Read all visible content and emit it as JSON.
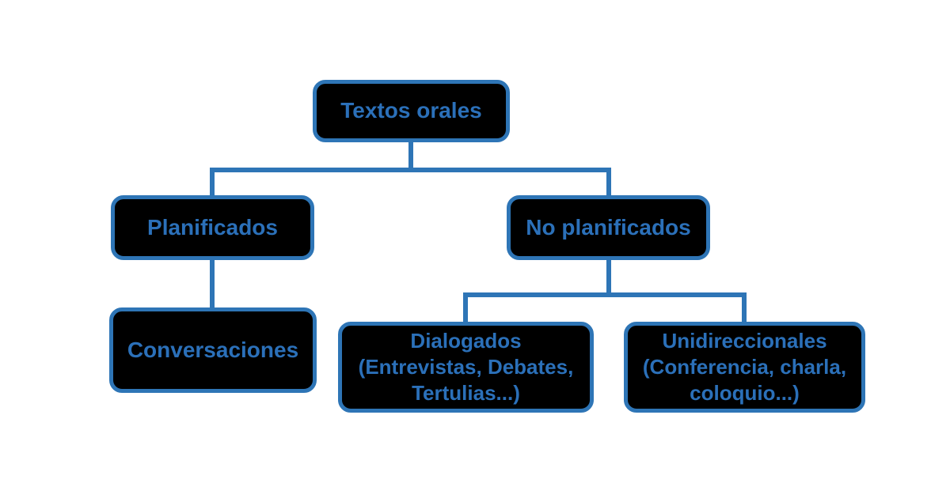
{
  "diagram": {
    "title": "Textos orales",
    "colors": {
      "background": "#ffffff",
      "node_fill": "#000000",
      "accent": "#2E75B6",
      "text": "#2B70B9"
    },
    "nodes": {
      "root": {
        "label": "Textos orales"
      },
      "planificados": {
        "label": "Planificados"
      },
      "no_planificados": {
        "label": "No planificados"
      },
      "conversaciones": {
        "label": "Conversaciones"
      },
      "dialogados": {
        "lines": [
          "Dialogados",
          "(Entrevistas, Debates,",
          "Tertulias...)"
        ]
      },
      "unidireccionales": {
        "lines": [
          "Unidireccionales",
          "(Conferencia, charla,",
          "coloquio...)"
        ]
      }
    },
    "edges": [
      "Textos orales -> Planificados",
      "Textos orales -> No planificados",
      "Planificados -> Conversaciones",
      "No planificados -> Dialogados",
      "No planificados -> Unidireccionales"
    ]
  }
}
